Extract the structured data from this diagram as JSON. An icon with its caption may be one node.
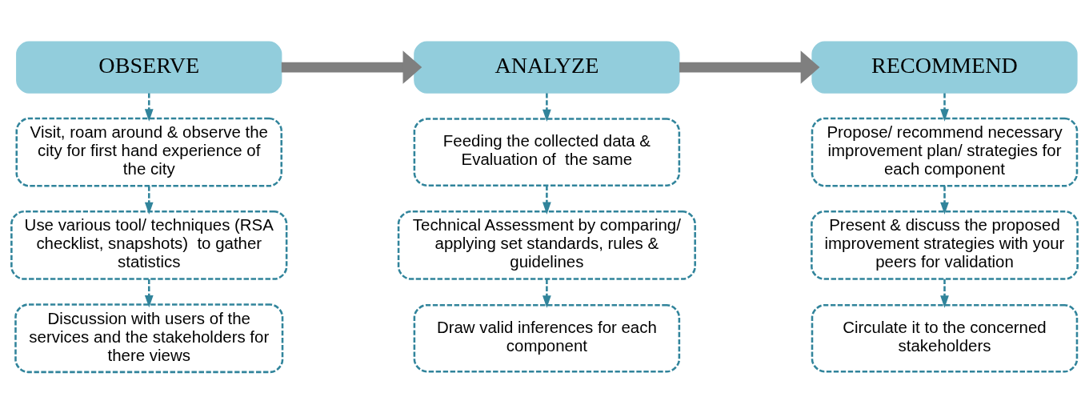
{
  "diagram": {
    "nodes": [
      {
        "text": [
          "OBSERVE"
        ]
      },
      {
        "text": [
          "Visit, roam around & observe the city for first hand experience of the city"
        ]
      },
      {
        "text": [
          "Use various tool/ techniques (RSA checklist, snapshots)  to gather statistics"
        ]
      },
      {
        "text": [
          "Discussion with users of the services and the stakeholders for there views"
        ]
      },
      {
        "text": [
          "ANALYZE"
        ]
      },
      {
        "text": [
          "Feeding the collected data & Evaluation of  the same"
        ]
      },
      {
        "text": [
          "Technical Assessment by comparing/ applying set standards, rules & guidelines"
        ]
      },
      {
        "text": [
          "Draw valid inferences for each component"
        ]
      },
      {
        "text": [
          "RECOMMEND"
        ]
      },
      {
        "text": [
          "Propose/ recommend necessary improvement plan/ strategies for each component"
        ]
      },
      {
        "text": [
          "Present & discuss the proposed improvement strategies with your peers for validation"
        ]
      },
      {
        "text": [
          "Circulate it to the concerned stakeholders"
        ]
      }
    ],
    "edges": [
      {
        "from": 0,
        "to": 4,
        "arrow": "to",
        "style": "thick",
        "color": "#7f7f7f"
      },
      {
        "from": 4,
        "to": 8,
        "arrow": "to",
        "style": "thick",
        "color": "#7f7f7f"
      },
      {
        "from": 0,
        "to": 1,
        "arrow": "to",
        "style": "dashed"
      },
      {
        "from": 1,
        "to": 2,
        "arrow": "to",
        "style": "dashed"
      },
      {
        "from": 2,
        "to": 3,
        "arrow": "to",
        "style": "dashed"
      },
      {
        "from": 4,
        "to": 5,
        "arrow": "to",
        "style": "dashed"
      },
      {
        "from": 5,
        "to": 6,
        "arrow": "to",
        "style": "dashed"
      },
      {
        "from": 6,
        "to": 7,
        "arrow": "to",
        "style": "dashed"
      },
      {
        "from": 8,
        "to": 9,
        "arrow": "to",
        "style": "dashed"
      },
      {
        "from": 9,
        "to": 10,
        "arrow": "to",
        "style": "dashed"
      },
      {
        "from": 10,
        "to": 11,
        "arrow": "to",
        "style": "dashed"
      }
    ]
  }
}
